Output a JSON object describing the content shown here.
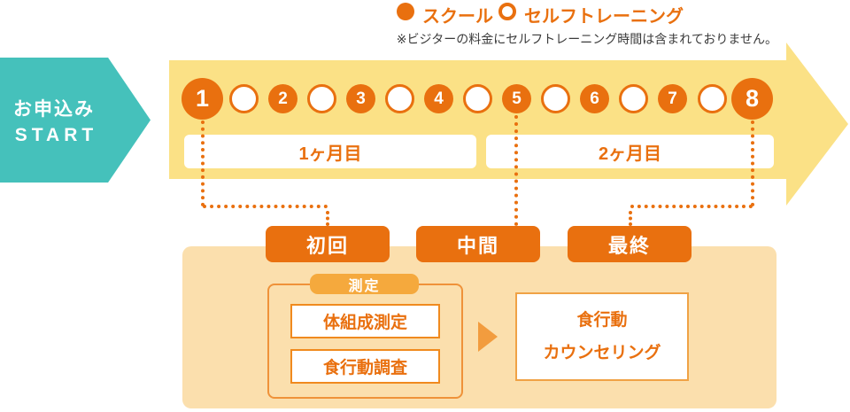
{
  "legend": {
    "school_label": "スクール",
    "self_training_label": "セルフトレーニング",
    "note": "※ビジターの料金にセルフトレーニング時間は含まれておりません。"
  },
  "start_flag": {
    "line1": "お申込み",
    "line2": "START"
  },
  "timeline": {
    "sessions": [
      "1",
      "2",
      "3",
      "4",
      "5",
      "6",
      "7",
      "8"
    ],
    "months": [
      "1ヶ月目",
      "2ヶ月目"
    ]
  },
  "milestones": [
    {
      "label": "初回"
    },
    {
      "label": "中間"
    },
    {
      "label": "最終"
    }
  ],
  "panel": {
    "measurement_badge": "測定",
    "measurement_items": [
      "体組成測定",
      "食行動調査"
    ],
    "counseling": {
      "line1": "食行動",
      "line2": "カウンセリング"
    }
  },
  "colors": {
    "orange": "#E9700F",
    "yellow_band": "#FBE186",
    "cream_panel": "#FBDFAD",
    "badge_orange": "#F5A93D",
    "teal": "#45C1BB",
    "note_text": "#3B3B3B"
  }
}
